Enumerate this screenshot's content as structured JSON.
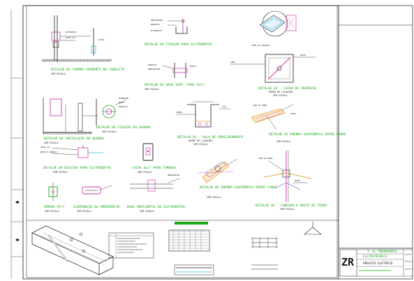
{
  "colors": {
    "green": "#18a818",
    "ink": "#1a1a1a",
    "gray": "#7a7a7a",
    "cyan": "#28c0d8",
    "violet": "#8a78e0",
    "magenta": "#d23ab0",
    "orange": "#e8a030",
    "red": "#d83030",
    "yellow": "#e8d820"
  },
  "details": [
    {
      "title": "DETALHE DA TOMADA APARENTE NA CANALETA",
      "scale": "SEM ESCALA"
    },
    {
      "title": "DETALHE DA FIXAÇÃO PARA ELETRODUTOS",
      "scale": ""
    },
    {
      "title": "DETALHE DA BASE VERT. PARA ELET.",
      "scale": "SEM ESCALA"
    },
    {
      "title": "DETALHE 02 - CAIXA DE INSPEÇÃO",
      "scale": "SEM ESCALA",
      "extra": "ENTRE DE LIGAÇÕES"
    },
    {
      "title": "DETALHE DA INSTALAÇÃO DO QUADRO",
      "scale": "SEM ESCALA"
    },
    {
      "title": "DETALHE DA FIXAÇÃO DO QUADRO",
      "scale": "SEM ESCALA"
    },
    {
      "title": "DETALHE 01 - VALA DE ENVELOPAMENTO",
      "scale": "SEM ESCALA",
      "extra": "ENTRE DE LIGAÇÕES"
    },
    {
      "title": "DETALHE DE EMENDA EXOTÉRMICA ENTRE CABOS",
      "scale": "SEM ESCALA"
    },
    {
      "title": "DETALHE DA DESCIDA PARA ELETRODUTOS",
      "scale": "SEM ESCALA"
    },
    {
      "title": "CAIXA 4x2\" PARA TOMADAS",
      "scale": "SEM ESCALA"
    },
    {
      "title": "DETALHE DE EMENDA EXOTÉRMICA ENTRE CABOS",
      "scale": "SEM ESCALA"
    },
    {
      "title": "DETALHE 03 - CONEXÃO E HASTE DE TERRA",
      "scale": "SEM ESCALA"
    },
    {
      "title": "TOMADA 2P+T",
      "scale": "SEM ESCALA"
    },
    {
      "title": "ILUMINAÇÃO DE EMERGÊNCIA",
      "scale": "SEM ESCALA"
    },
    {
      "title": "BASE HORIZONTAL DE ELETRODUTOS",
      "scale": "SEM ESCALA"
    }
  ],
  "title_block": {
    "company": "T. H. ENGENHARIA",
    "address": "ELETROTÉCNICO",
    "project": "PROJETO ELÉTRICO",
    "logo_letters": "ZR"
  }
}
